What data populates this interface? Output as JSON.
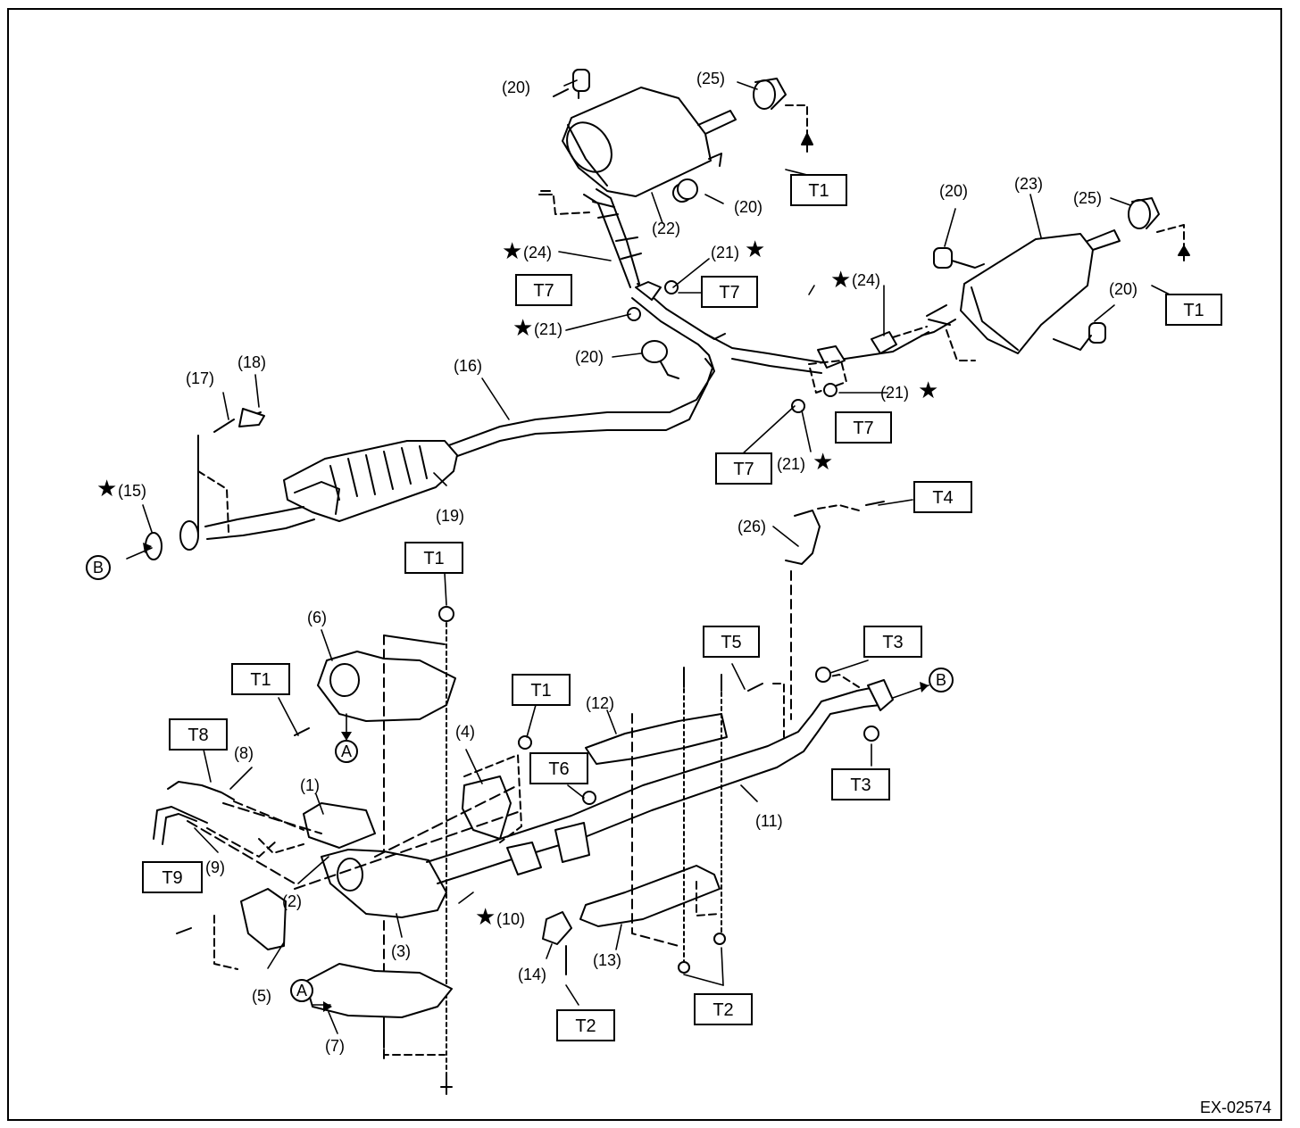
{
  "figure_id": "EX-02574",
  "star_symbol": "★",
  "colors": {
    "ink": "#000000",
    "paper": "#ffffff"
  },
  "torque_boxes": {
    "T1": "T1",
    "T2": "T2",
    "T3": "T3",
    "T4": "T4",
    "T5": "T5",
    "T6": "T6",
    "T7": "T7",
    "T8": "T8",
    "T9": "T9"
  },
  "part_labels": {
    "p1": "(1)",
    "p2": "(2)",
    "p3": "(3)",
    "p4": "(4)",
    "p5": "(5)",
    "p6": "(6)",
    "p7": "(7)",
    "p8": "(8)",
    "p9": "(9)",
    "p10": "(10)",
    "p11": "(11)",
    "p12": "(12)",
    "p13": "(13)",
    "p14": "(14)",
    "p15": "(15)",
    "p16": "(16)",
    "p17": "(17)",
    "p18": "(18)",
    "p19": "(19)",
    "p20": "(20)",
    "p21": "(21)",
    "p22": "(22)",
    "p23": "(23)",
    "p24": "(24)",
    "p25": "(25)",
    "p26": "(26)"
  },
  "reference_markers": {
    "A": "A",
    "B": "B"
  }
}
